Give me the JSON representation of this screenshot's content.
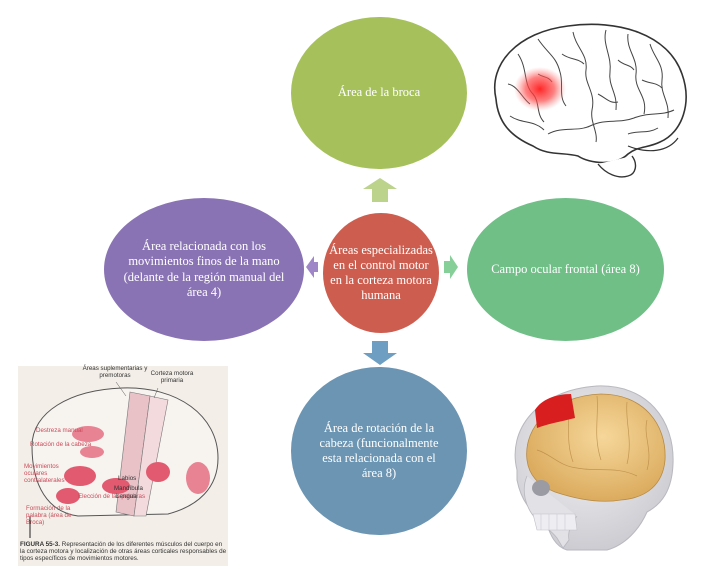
{
  "nodes": {
    "center": "Áreas especializadas en el control motor en la corteza motora humana",
    "top": "Área de la broca",
    "left": "Área relacionada con los movimientos finos de la mano (delante de la región manual del área 4)",
    "right": "Campo ocular frontal (área 8)",
    "bottom": "Área de rotación de la cabeza (funcionalmente esta relacionada con el área 8)"
  },
  "colors": {
    "center": "#cd5d4f",
    "top": "#a6c15c",
    "left": "#8a73b4",
    "right": "#6fbf87",
    "bottom": "#6b95b2"
  },
  "textbook_figure": {
    "header_left": "Áreas suplementarias y premotoras",
    "header_right": "Corteza motora primaria",
    "labels_red": [
      "Destreza manual",
      "Rotación de la cabeza",
      "Movimientos oculares contralaterales",
      "Elección de las palabras",
      "Formación de la palabra (área de Broca)"
    ],
    "labels_dark": [
      "Labios",
      "Mandíbula",
      "Lengua"
    ],
    "caption_bold": "FIGURA 55-3.",
    "caption_text": "Representación de los diferentes músculos del cuerpo en la corteza motora y localización de otras áreas corticales responsables de tipos específicos de movimientos motores."
  }
}
